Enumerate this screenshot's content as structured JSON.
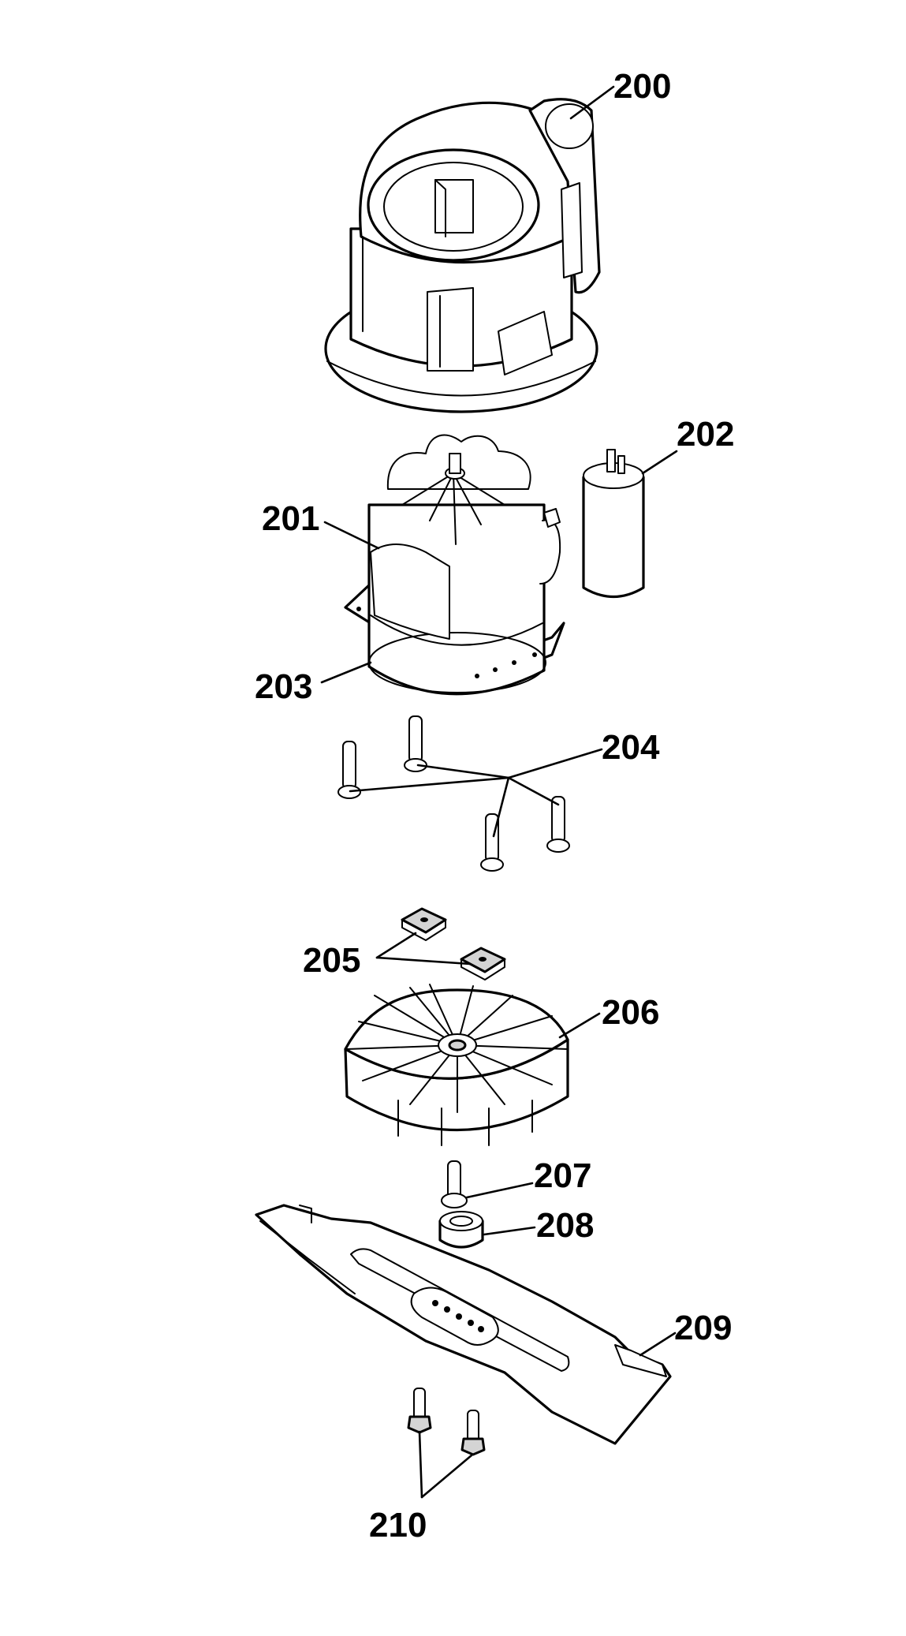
{
  "labels": {
    "l200": "200",
    "l201": "201",
    "l202": "202",
    "l203": "203",
    "l204": "204",
    "l205": "205",
    "l206": "206",
    "l207": "207",
    "l208": "208",
    "l209": "209",
    "l210": "210"
  }
}
